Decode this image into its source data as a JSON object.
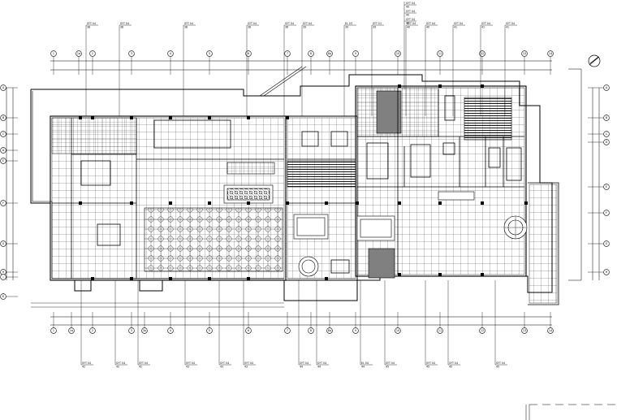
{
  "drawing": {
    "grid_bottom": [
      "1",
      "1a",
      "2",
      "3",
      "3a",
      "4",
      "5",
      "6",
      "7",
      "8",
      "8a",
      "9",
      "10",
      "11",
      "12",
      "13",
      "14"
    ],
    "grid_top": [
      "1",
      "1a",
      "2",
      "3",
      "4",
      "5",
      "6",
      "7",
      "8",
      "8a",
      "9",
      "10",
      "11",
      "12",
      "13",
      "14"
    ],
    "grid_left": [
      "A",
      "B",
      "C",
      "D",
      "E",
      "F",
      "G",
      "H",
      "J",
      "K"
    ],
    "grid_right": [
      "A",
      "B",
      "C",
      "D",
      "E",
      "F",
      "G",
      "H"
    ],
    "tags_top": [
      {
        "code": "SYT 04",
        "sub": "38"
      },
      {
        "code": "SYT 04",
        "sub": "38"
      },
      {
        "code": "SYT 04",
        "sub": "38"
      },
      {
        "code": "SYT 04",
        "sub": "38"
      },
      {
        "code": "SYT 04",
        "sub": "38"
      },
      {
        "code": "SYT 04",
        "sub": "39"
      },
      {
        "code": "EL 03",
        "sub": "39"
      },
      {
        "code": "SYT 01",
        "sub": "39"
      },
      {
        "code": "SYT 04",
        "sub": "40"
      },
      {
        "code": "SYT 04",
        "sub": "40"
      },
      {
        "code": "SYT 04",
        "sub": "41"
      },
      {
        "code": "SYT 04",
        "sub": "41"
      },
      {
        "code": "SYT 04",
        "sub": "41"
      }
    ],
    "tags_bottom": [
      {
        "code": "SYT 04",
        "sub": "42"
      },
      {
        "code": "SYT 04",
        "sub": "42"
      },
      {
        "code": "SYT 04",
        "sub": "42"
      },
      {
        "code": "SYT 04",
        "sub": "43"
      },
      {
        "code": "SYT 04",
        "sub": "43"
      },
      {
        "code": "SYT 04",
        "sub": "43"
      },
      {
        "code": "SYT 04",
        "sub": "44"
      },
      {
        "code": "SYT 04",
        "sub": "44"
      },
      {
        "code": "EL 04",
        "sub": "44"
      },
      {
        "code": "SYT 04",
        "sub": "45"
      },
      {
        "code": "SYT 04",
        "sub": "45"
      },
      {
        "code": "SYT 04",
        "sub": "45"
      },
      {
        "code": "SYT 04",
        "sub": "45"
      }
    ],
    "stack_tags": [
      {
        "code": "SYT 04",
        "sub": "40"
      },
      {
        "code": "SYT 04",
        "sub": "40"
      },
      {
        "code": "SYT 04",
        "sub": "40"
      }
    ]
  },
  "colors": {
    "line": "#000000",
    "background": "#ffffff"
  }
}
